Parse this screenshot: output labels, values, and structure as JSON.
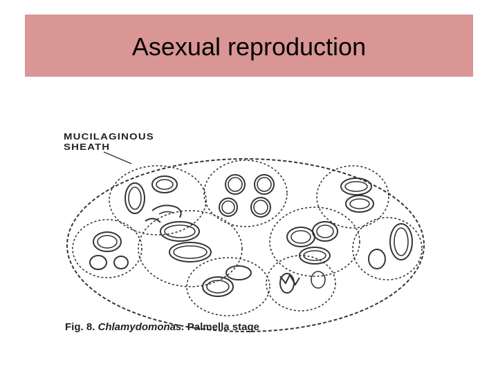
{
  "slide": {
    "title": "Asexual reproduction",
    "title_bar_color": "#d99695"
  },
  "figure": {
    "label_line1": "MUCILAGINOUS",
    "label_line2": "SHEATH",
    "caption_prefix": "Fig. 8.",
    "caption_genus": "Chlamydomonas.",
    "caption_suffix": "Palmella stage"
  }
}
